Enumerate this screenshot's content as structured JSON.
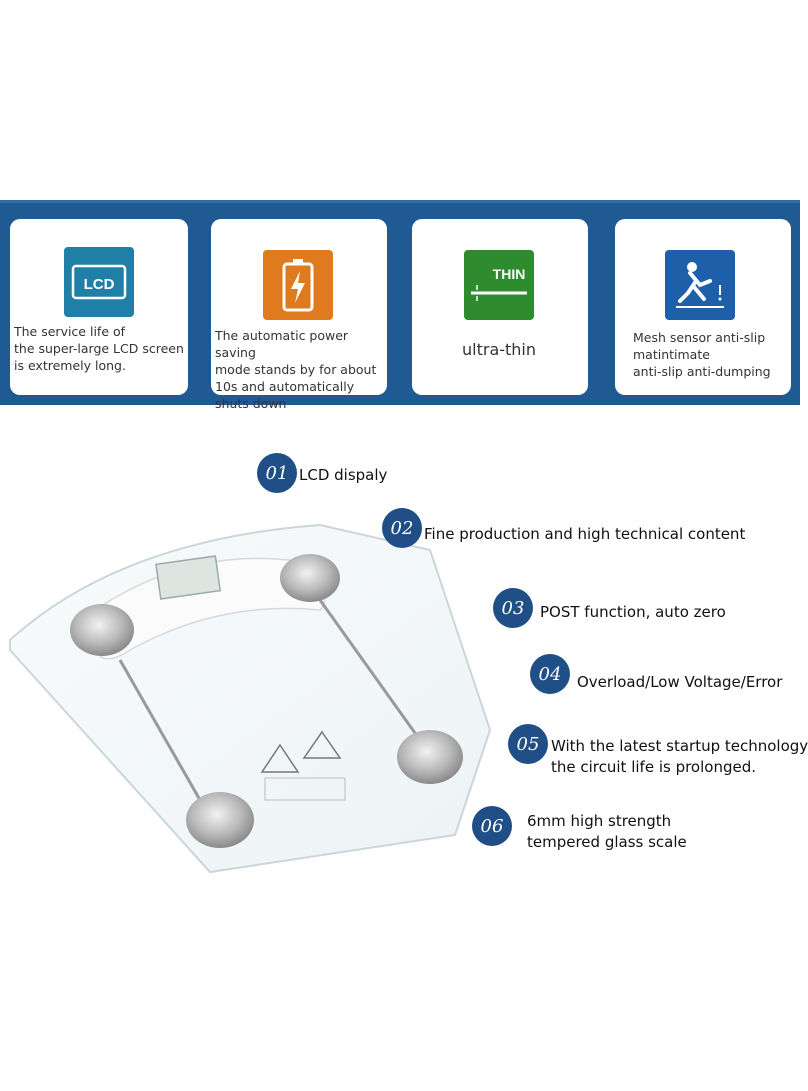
{
  "cards": [
    {
      "icon": "lcd-icon",
      "icon_label": "LCD",
      "text": "The service life of\nthe super-large LCD screen\nis extremely long."
    },
    {
      "icon": "battery-icon",
      "text": "The automatic power saving\nmode stands by for about\n 10s and automatically\nshuts down"
    },
    {
      "icon": "thin-icon",
      "icon_label": "THIN",
      "text": "ultra-thin"
    },
    {
      "icon": "anti-slip-icon",
      "text": "Mesh sensor anti-slip\nmatintimate\nanti-slip anti-dumping"
    }
  ],
  "features": [
    {
      "num": "01",
      "text": "LCD dispaly"
    },
    {
      "num": "02",
      "text": "Fine production and high technical content"
    },
    {
      "num": "03",
      "text": "POST function, auto zero"
    },
    {
      "num": "04",
      "text": "Overload/Low Voltage/Error"
    },
    {
      "num": "05",
      "text": "With the latest startup technology\nthe circuit life is prolonged."
    },
    {
      "num": "06",
      "text": "6mm high strength\ntempered glass scale"
    }
  ],
  "colors": {
    "banner": "#1f5a93",
    "lcd_icon_bg": "#1f7fa6",
    "battery_icon_bg": "#e07a1f",
    "thin_icon_bg": "#2e8b2e",
    "slip_icon_bg": "#1d5fa8",
    "badge": "#1f4f86"
  }
}
